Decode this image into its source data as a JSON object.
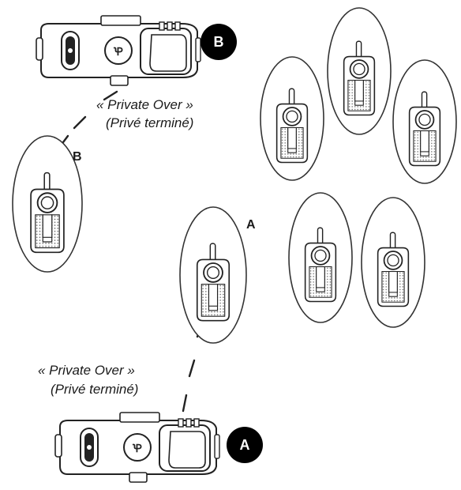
{
  "labels": {
    "top_quote_line1": "« Private Over »",
    "top_quote_line2": "(Privé terminé)",
    "bottom_quote_line1": "« Private Over »",
    "bottom_quote_line2": "(Privé terminé)",
    "radio_b_letter": "B",
    "radio_a_letter": "A",
    "base_b_badge": "B",
    "base_a_badge": "A"
  }
}
